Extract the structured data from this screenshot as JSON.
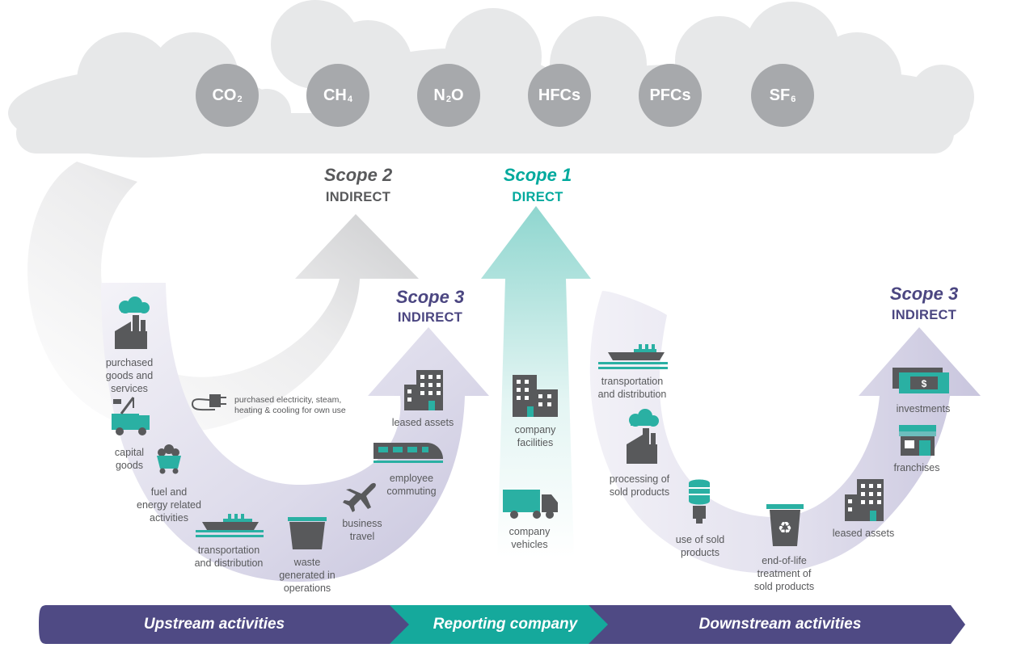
{
  "gases": [
    {
      "base": "CO",
      "sub": "2"
    },
    {
      "base": "CH",
      "sub": "4"
    },
    {
      "base": "N",
      "sub": "2",
      "tail": "O"
    },
    {
      "base": "HFCs",
      "sub": ""
    },
    {
      "base": "PFCs",
      "sub": ""
    },
    {
      "base": "SF",
      "sub": "6"
    }
  ],
  "scopes": {
    "scope2": {
      "title": "Scope 2",
      "kind": "INDIRECT"
    },
    "scope1": {
      "title": "Scope 1",
      "kind": "DIRECT"
    },
    "scope3_upstream": {
      "title": "Scope 3",
      "kind": "INDIRECT"
    },
    "scope3_downstream": {
      "title": "Scope 3",
      "kind": "INDIRECT"
    }
  },
  "scope2_items": {
    "electricity": "purchased electricity, steam,\nheating & cooling for own use"
  },
  "upstream_items": {
    "purchased_goods": "purchased\ngoods and\nservices",
    "capital_goods": "capital\ngoods",
    "fuel_energy": "fuel and\nenergy related\nactivities",
    "transportation": "transportation\nand distribution",
    "waste": "waste\ngenerated in\noperations",
    "business_travel": "business\ntravel",
    "employee_commuting": "employee\ncommuting",
    "leased_assets": "leased assets"
  },
  "scope1_items": {
    "facilities": "company\nfacilities",
    "vehicles": "company\nvehicles"
  },
  "downstream_items": {
    "transportation": "transportation\nand distribution",
    "processing": "processing of\nsold products",
    "use": "use of sold\nproducts",
    "end_of_life": "end-of-life\ntreatment of\nsold products",
    "leased_assets": "leased assets",
    "franchises": "franchises",
    "investments": "investments"
  },
  "bands": {
    "upstream": "Upstream activities",
    "reporting": "Reporting company",
    "downstream": "Downstream activities"
  },
  "colors": {
    "cloud": "#e7e8e9",
    "gas_circle": "#a7a9ac",
    "scope2_text": "#58595b",
    "scope1_teal": "#00a99d",
    "scope3_purple": "#4b4681",
    "icon_dark": "#58595b",
    "band_purple": "#4f4a84",
    "band_teal": "#15a99c"
  }
}
